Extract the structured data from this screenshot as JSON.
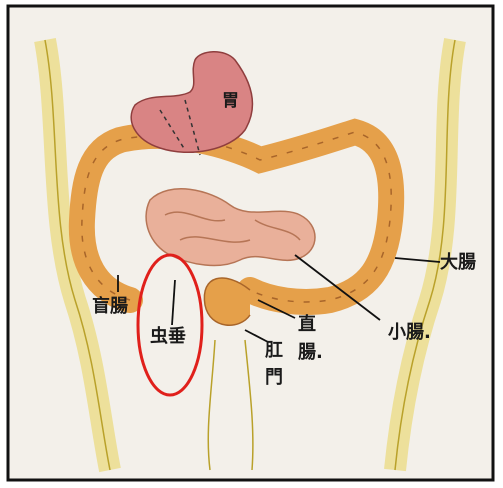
{
  "labels": {
    "stomach": "胃",
    "large_intestine": "大腸",
    "cecum": "盲腸",
    "appendix": "虫垂",
    "small_intestine": "小腸.",
    "rectum_1": "直",
    "rectum_2": "腸.",
    "anus_1": "肛",
    "anus_2": "門"
  },
  "colors": {
    "paper": "#f3f0ea",
    "border": "#111111",
    "body_yellow": "#f1e27a",
    "stomach": "#d98484",
    "colon": "#e5a04a",
    "small_intestine": "#e9b09a",
    "highlight": "#e0201b"
  }
}
